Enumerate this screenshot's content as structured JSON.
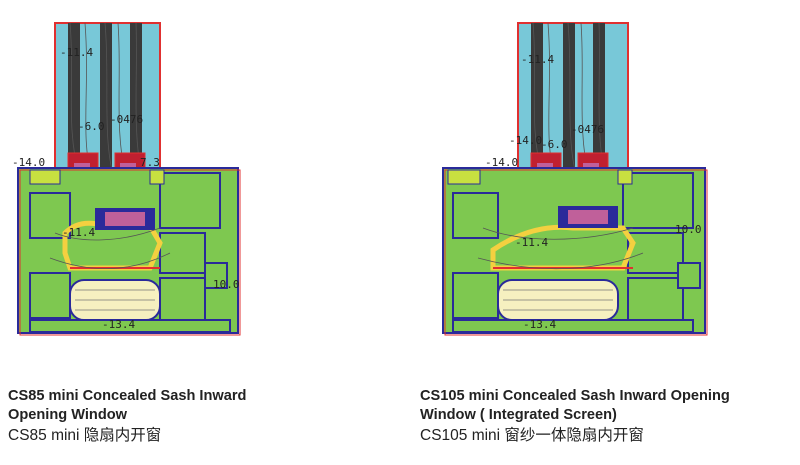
{
  "panels": [
    {
      "caption_en_line1": "CS85 mini Concealed Sash Inward",
      "caption_en_line2": "Opening Window",
      "caption_cn": "CS85 mini 隐扇内开窗",
      "isotherm_labels": [
        "-11.4",
        "-6.0",
        "-0476",
        "-14.0",
        "7.3",
        "-11.4",
        "10.0",
        "-13.4"
      ]
    },
    {
      "caption_en_line1": "CS105 mini Concealed Sash Inward Opening",
      "caption_en_line2": "Window ( Integrated Screen)",
      "caption_cn": "CS105 mini 窗纱一体隐扇内开窗",
      "isotherm_labels": [
        "-11.4",
        "-14.0",
        "-6.0",
        "-0476",
        "-14.0",
        "10.0",
        "-11.4",
        "-13.4"
      ]
    }
  ],
  "colors": {
    "glass": "#78c8d8",
    "profile": "#7ec850",
    "outline_red": "#e03030",
    "outline_blue": "#2a2a9a",
    "thermal_break": "#f4d040",
    "pink_gasket": "#c0609a",
    "cavity": "#f6f0c0"
  }
}
